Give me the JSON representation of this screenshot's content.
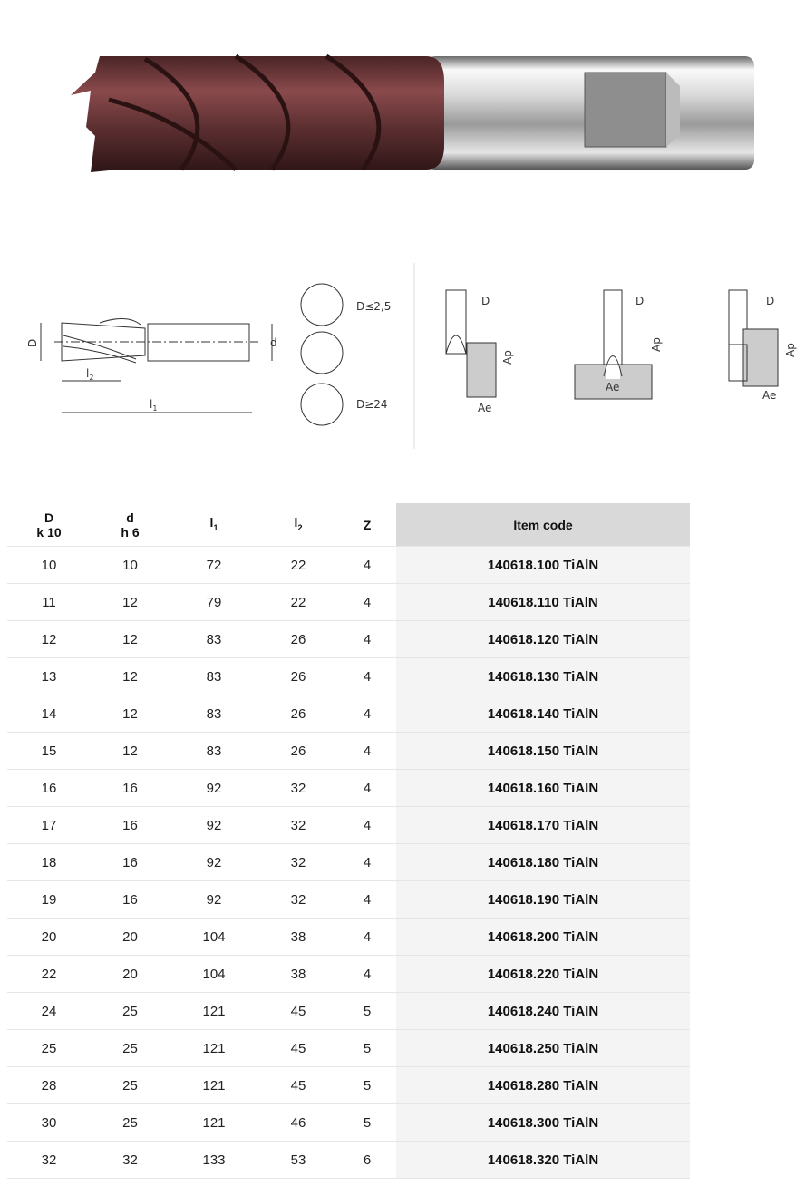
{
  "diagram": {
    "labels": {
      "D": "D",
      "d": "d",
      "l1": "l",
      "l1_sub": "1",
      "l2": "l",
      "l2_sub": "2",
      "small": "D≤2,5",
      "large": "D≥24",
      "Ap": "Ap",
      "Ae": "Ae"
    }
  },
  "table": {
    "headers": {
      "D": "D",
      "D_tol": "k 10",
      "d": "d",
      "d_tol": "h 6",
      "l1": "l",
      "l1_sub": "1",
      "l2": "l",
      "l2_sub": "2",
      "z": "Z",
      "code": "Item code"
    },
    "rows": [
      [
        "10",
        "10",
        "72",
        "22",
        "4",
        "140618.100 TiAlN"
      ],
      [
        "11",
        "12",
        "79",
        "22",
        "4",
        "140618.110 TiAlN"
      ],
      [
        "12",
        "12",
        "83",
        "26",
        "4",
        "140618.120 TiAlN"
      ],
      [
        "13",
        "12",
        "83",
        "26",
        "4",
        "140618.130 TiAlN"
      ],
      [
        "14",
        "12",
        "83",
        "26",
        "4",
        "140618.140 TiAlN"
      ],
      [
        "15",
        "12",
        "83",
        "26",
        "4",
        "140618.150 TiAlN"
      ],
      [
        "16",
        "16",
        "92",
        "32",
        "4",
        "140618.160 TiAlN"
      ],
      [
        "17",
        "16",
        "92",
        "32",
        "4",
        "140618.170 TiAlN"
      ],
      [
        "18",
        "16",
        "92",
        "32",
        "4",
        "140618.180 TiAlN"
      ],
      [
        "19",
        "16",
        "92",
        "32",
        "4",
        "140618.190 TiAlN"
      ],
      [
        "20",
        "20",
        "104",
        "38",
        "4",
        "140618.200 TiAlN"
      ],
      [
        "22",
        "20",
        "104",
        "38",
        "4",
        "140618.220 TiAlN"
      ],
      [
        "24",
        "25",
        "121",
        "45",
        "5",
        "140618.240 TiAlN"
      ],
      [
        "25",
        "25",
        "121",
        "45",
        "5",
        "140618.250 TiAlN"
      ],
      [
        "28",
        "25",
        "121",
        "45",
        "5",
        "140618.280 TiAlN"
      ],
      [
        "30",
        "25",
        "121",
        "46",
        "5",
        "140618.300 TiAlN"
      ],
      [
        "32",
        "32",
        "133",
        "53",
        "6",
        "140618.320 TiAlN"
      ]
    ]
  }
}
